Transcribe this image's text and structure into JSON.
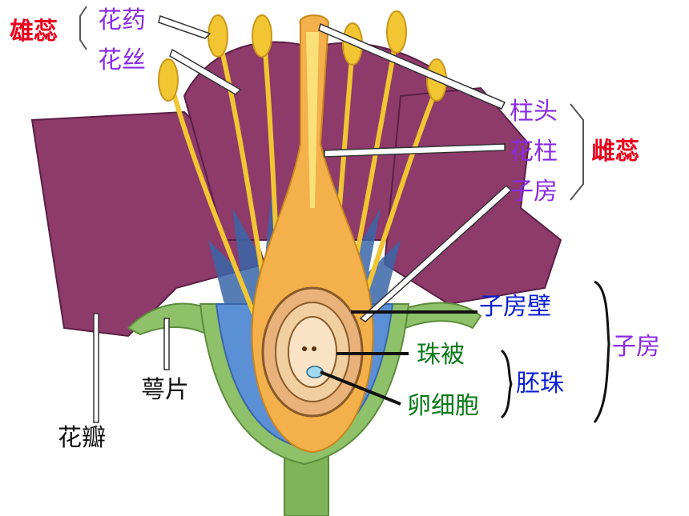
{
  "labels": {
    "stamen": "雄蕊",
    "anther": "花药",
    "filament": "花丝",
    "stigma": "柱头",
    "style": "花柱",
    "ovary_top": "子房",
    "pistil": "雌蕊",
    "ovary_wall": "子房壁",
    "ovary_right": "子房",
    "integument": "珠被",
    "ovule": "胚珠",
    "egg_cell": "卵细胞",
    "sepal": "萼片",
    "petal": "花瓣"
  },
  "colors": {
    "petal": "#8e3a6b",
    "sepal": "#8fc06a",
    "receptacle_blue": "#5b8fd6",
    "stem": "#7fb45a",
    "stamen_yellow": "#f2c632",
    "ovary_orange": "#f4b04a",
    "stamen_label": "#e8001c",
    "part_label": "#8a2be2",
    "ovule_label": "#0b1fd0",
    "inner_label": "#0a7a1a"
  }
}
